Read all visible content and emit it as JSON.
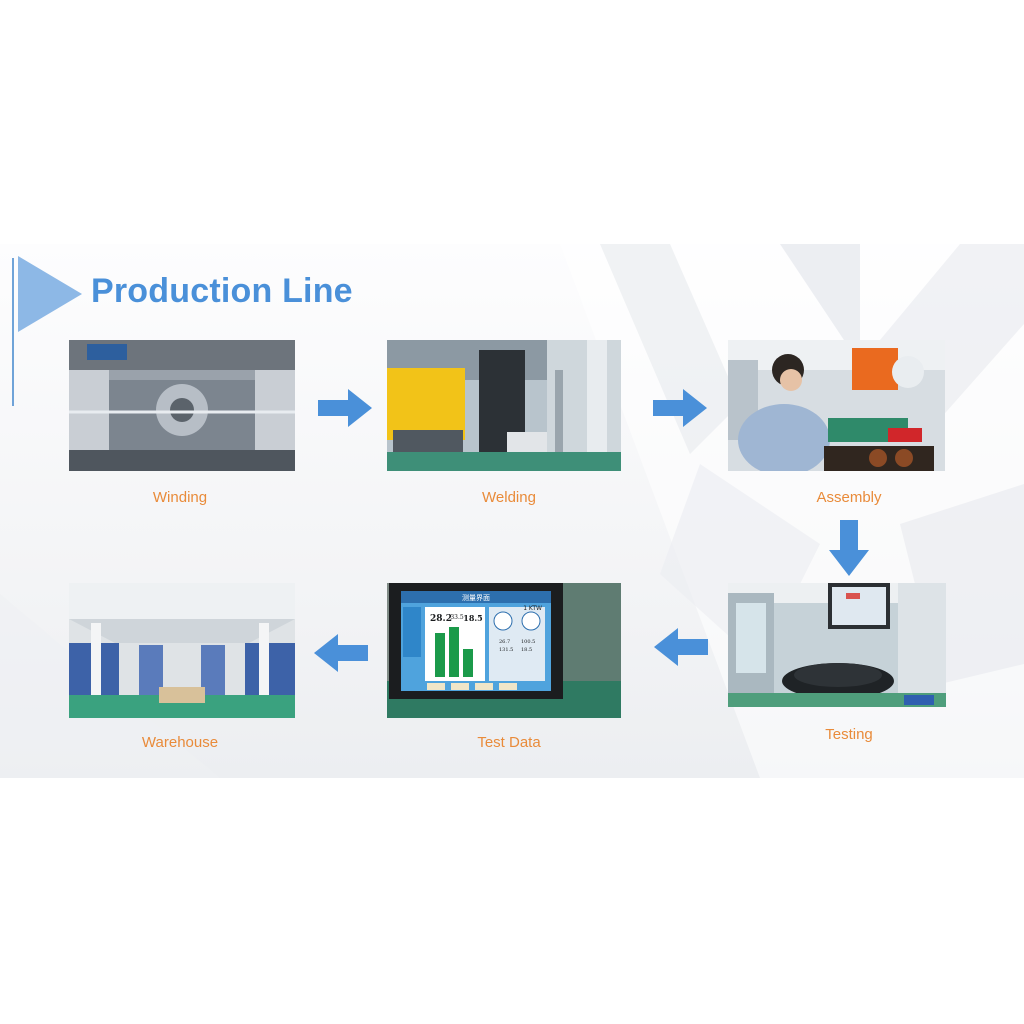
{
  "title": "Production Line",
  "colors": {
    "accent": "#4a90d9",
    "caption": "#e98b3a",
    "arrow": "#4a90d9"
  },
  "steps": [
    {
      "label": "Winding"
    },
    {
      "label": "Welding"
    },
    {
      "label": "Assembly"
    },
    {
      "label": "Testing"
    },
    {
      "label": "Test Data"
    },
    {
      "label": "Warehouse"
    }
  ],
  "test_screen": {
    "title": "测量界面",
    "readings": [
      "28.2",
      "33.5",
      "18.5"
    ],
    "corner": "1 KTW",
    "side": [
      "26.7",
      "131.5",
      "100.5",
      "18.5"
    ]
  }
}
